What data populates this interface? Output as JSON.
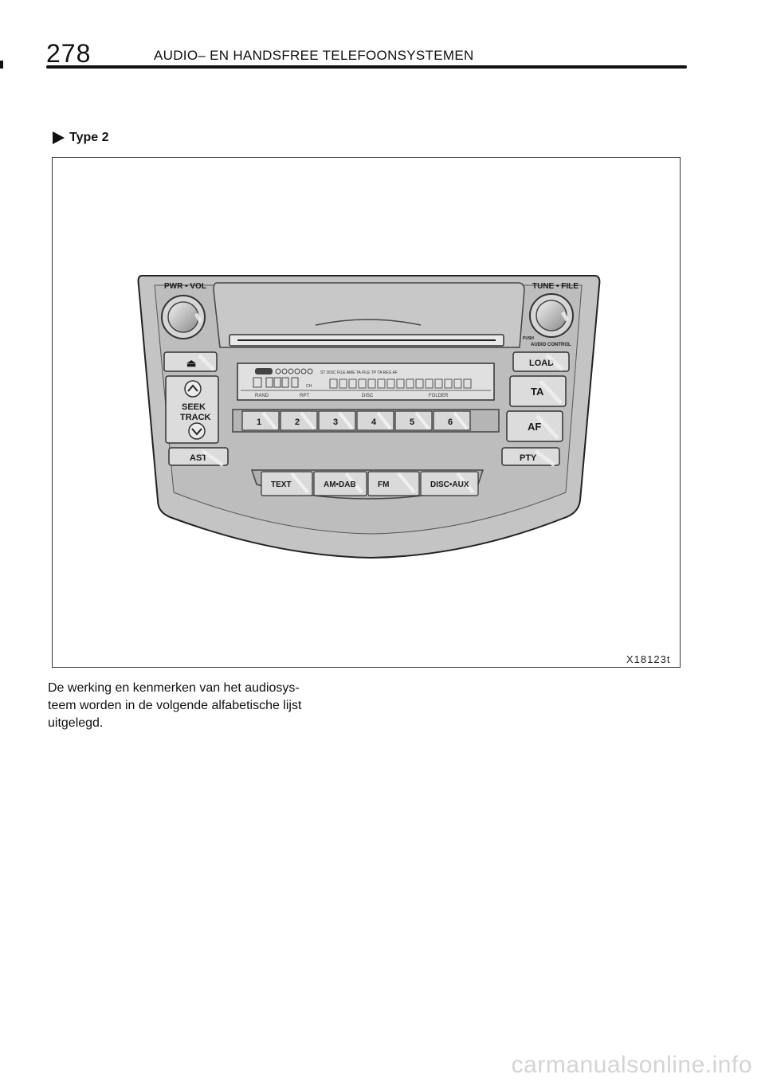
{
  "header": {
    "page_number": "278",
    "title": "AUDIO– EN HANDSFREE TELEFOONSYSTEMEN"
  },
  "section": {
    "heading": "Type 2"
  },
  "figure": {
    "code": "X18123t",
    "panel": {
      "knob_left_label": "PWR • VOL",
      "knob_right_label": "TUNE • FILE",
      "push_label": "PUSH",
      "audio_control_label": "AUDIO CONTROL",
      "eject_symbol": "⏏",
      "seek_label": "SEEK",
      "track_label": "TRACK",
      "ast_label": "AST",
      "load_label": "LOAD",
      "ta_label": "TA",
      "af_label": "AF",
      "pty_label": "PTY",
      "presets": [
        "1",
        "2",
        "3",
        "4",
        "5",
        "6"
      ],
      "bottom_buttons": [
        "TEXT",
        "AM•DAB",
        "FM",
        "DISC•AUX"
      ],
      "lcd": {
        "indicators": "ST  DISC    FILE  AME  TA  FILE        TP  TA  REG  AF",
        "rand": "RAND",
        "rpt": "RPT",
        "disc": "DISC",
        "folder": "FOLDER",
        "ch": "CH"
      }
    }
  },
  "body": {
    "lines": [
      "De werking en kenmerken van het audiosys-",
      "teem worden in de volgende alfabetische lijst",
      "uitgelegd."
    ]
  },
  "footer": {
    "site": "carmanualsonline.info"
  }
}
